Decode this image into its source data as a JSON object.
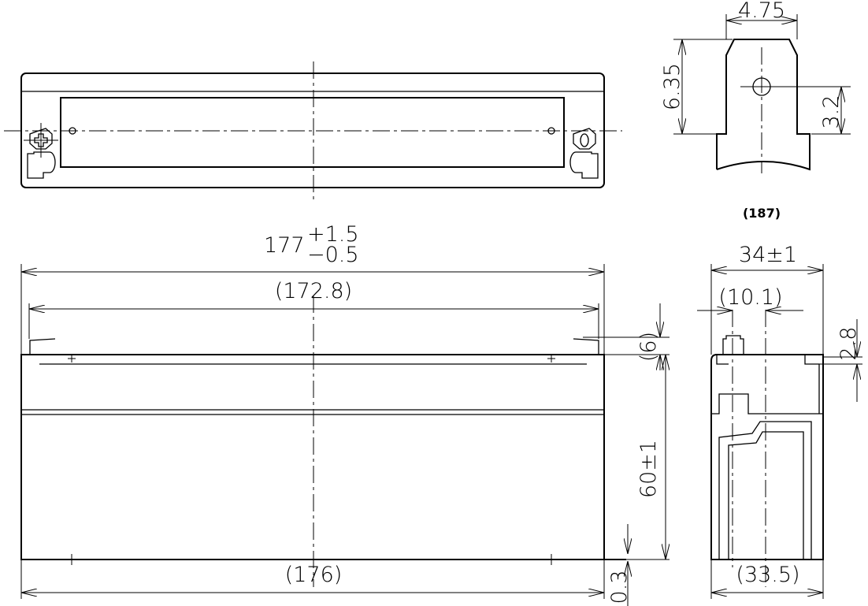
{
  "drawing": {
    "terminal_detail": {
      "width": "4.75",
      "height": "6.35",
      "hole_height": "3.2",
      "terminal_code": "(187)"
    },
    "front_view": {
      "overall_length": "177",
      "tolerance_plus": "+1.5",
      "tolerance_minus": "−0.5",
      "terminal_pitch": "(172.8)",
      "terminal_height": "(6)",
      "body_height": "60±1",
      "base_length": "(176)",
      "base_offset": "0.3"
    },
    "side_view": {
      "width": "34±1",
      "terminal_offset": "(10.1)",
      "cover_step": "2.8",
      "base_width": "(33.5)"
    }
  }
}
